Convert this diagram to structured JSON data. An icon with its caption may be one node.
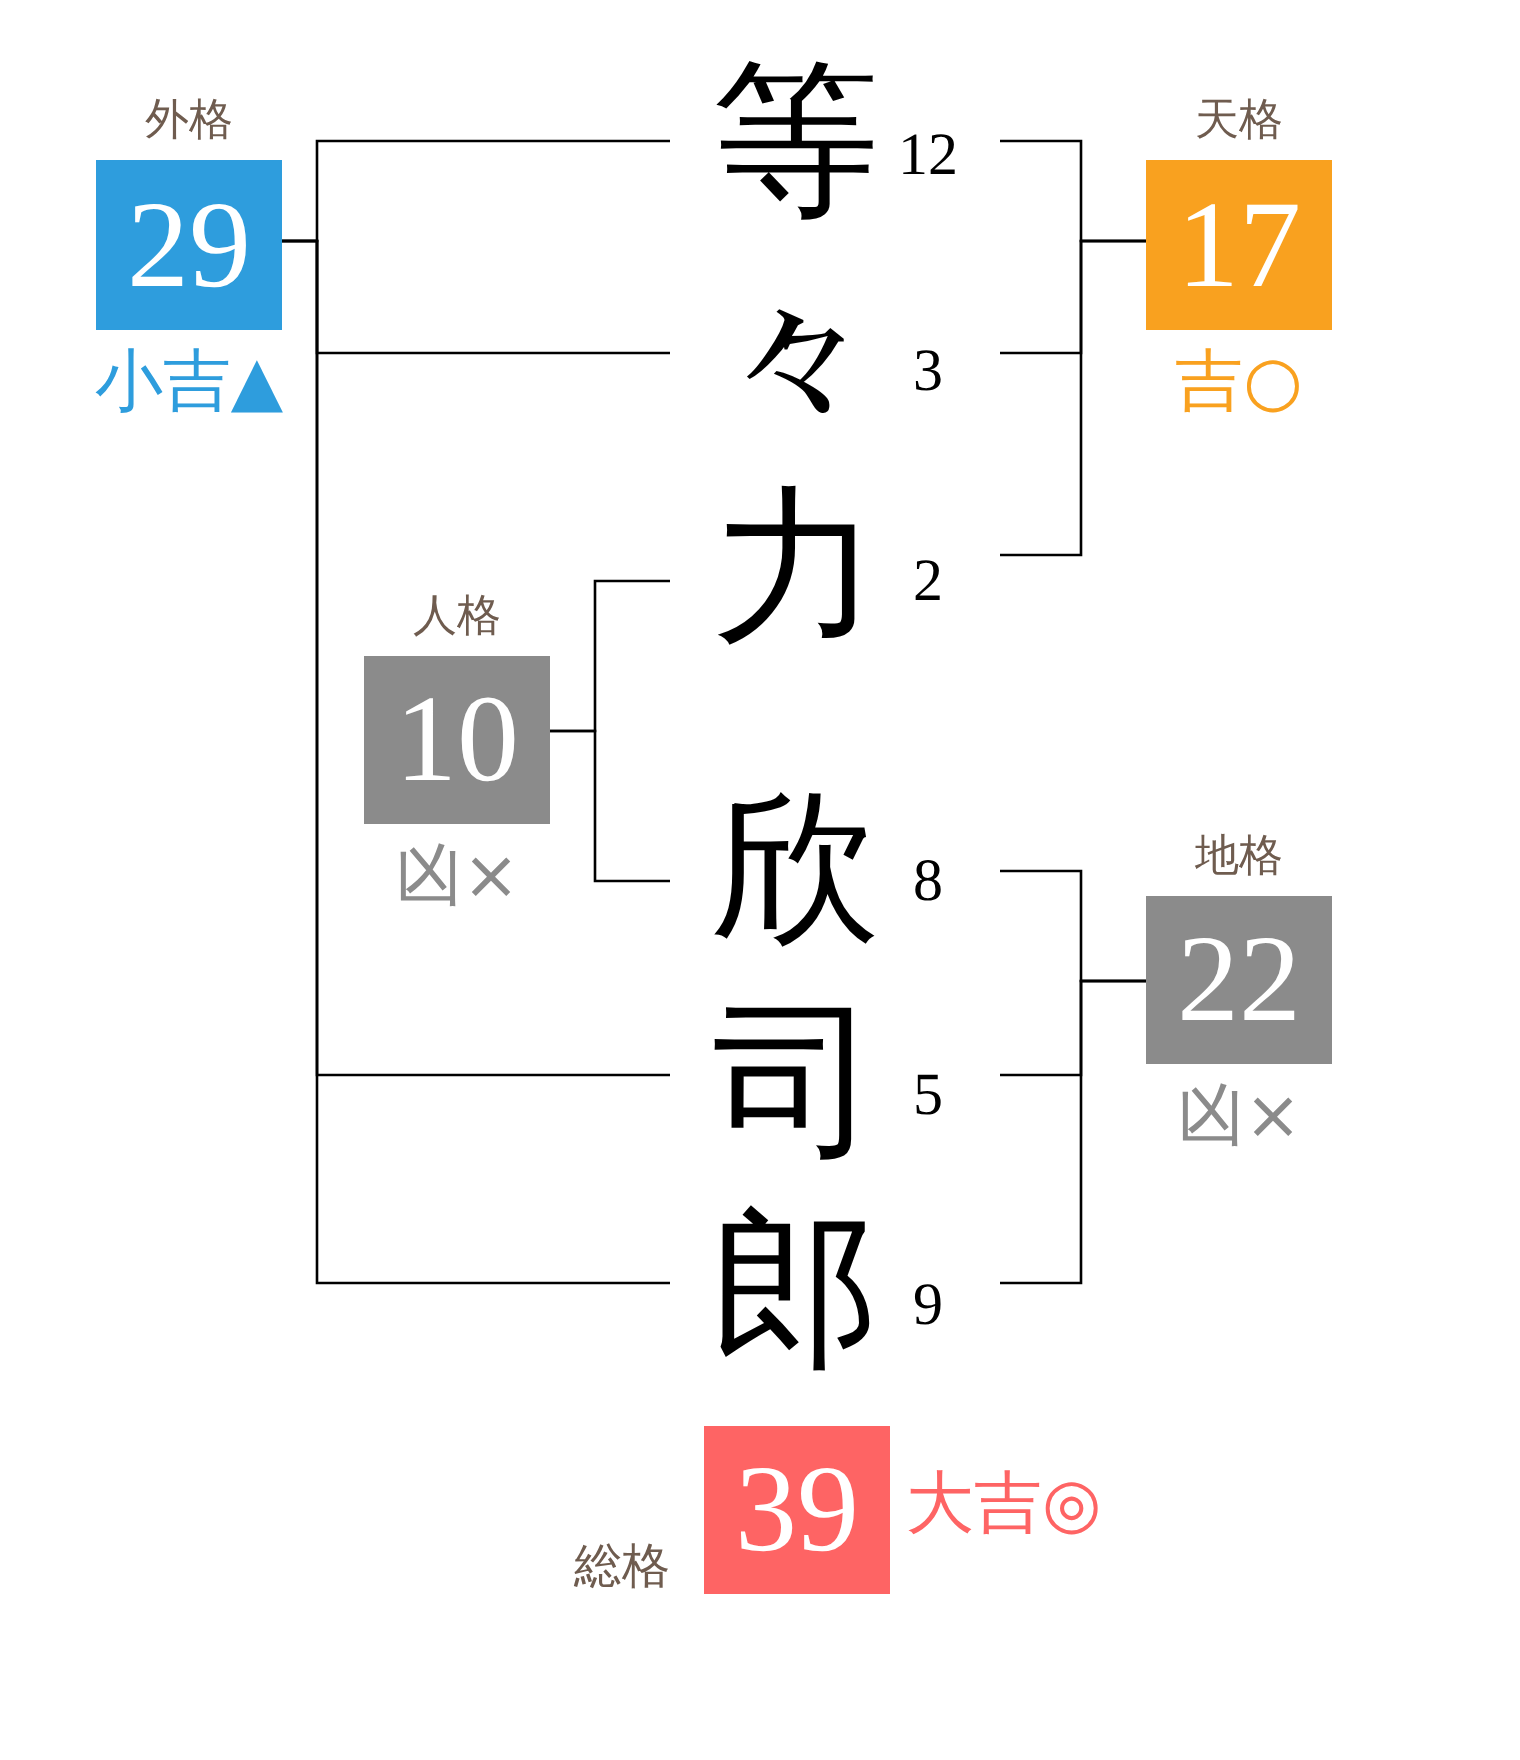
{
  "diagram": {
    "nodes": [
      {
        "text": [
          "外格",
          "29"
        ],
        "beside": [
          "小吉▲"
        ]
      },
      {
        "text": [
          "等"
        ],
        "beside": [
          "12"
        ]
      },
      {
        "text": [
          "天格",
          "17"
        ],
        "beside": [
          "吉○"
        ]
      },
      {
        "text": [
          "々"
        ],
        "beside": [
          "3"
        ]
      },
      {
        "text": [
          "力"
        ],
        "beside": [
          "2"
        ]
      },
      {
        "text": [
          "人格",
          "10"
        ],
        "beside": [
          "凶×"
        ]
      },
      {
        "text": [
          "欣"
        ],
        "beside": [
          "8"
        ]
      },
      {
        "text": [
          "地格",
          "22"
        ],
        "beside": [
          "凶×"
        ]
      },
      {
        "text": [
          "司"
        ],
        "beside": [
          "5"
        ]
      },
      {
        "text": [
          "郎"
        ],
        "beside": [
          "9"
        ]
      },
      {
        "text": [
          "総格",
          "39"
        ],
        "beside": [
          "大吉◎"
        ]
      }
    ],
    "edges": [
      {
        "from": 1,
        "to": 0,
        "arrow": "none"
      },
      {
        "from": 3,
        "to": 0,
        "arrow": "none"
      },
      {
        "from": 8,
        "to": 0,
        "arrow": "none"
      },
      {
        "from": 9,
        "to": 0,
        "arrow": "none"
      },
      {
        "from": 1,
        "to": 2,
        "arrow": "none"
      },
      {
        "from": 3,
        "to": 2,
        "arrow": "none"
      },
      {
        "from": 4,
        "to": 2,
        "arrow": "none"
      },
      {
        "from": 4,
        "to": 5,
        "arrow": "none"
      },
      {
        "from": 6,
        "to": 5,
        "arrow": "none"
      },
      {
        "from": 6,
        "to": 7,
        "arrow": "none"
      },
      {
        "from": 8,
        "to": 7,
        "arrow": "none"
      },
      {
        "from": 9,
        "to": 7,
        "arrow": "none"
      }
    ]
  }
}
